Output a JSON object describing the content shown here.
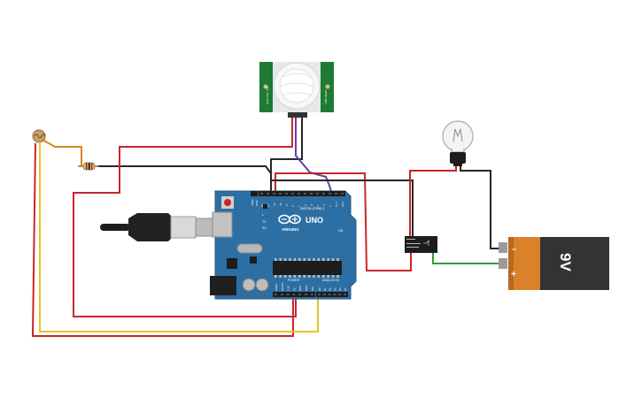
{
  "board": {
    "brand": "UNO",
    "maker": "ARDUINO",
    "digital_label": "DIGITAL (PWM~)",
    "power_label": "POWER",
    "analog_label": "ANALOG IN",
    "aref": "AREF",
    "gnd": "GND",
    "led_l": "L",
    "led_tx": "TX",
    "led_rx": "RX",
    "on_label": "ON",
    "digital_pins": [
      "13",
      "12",
      "~11",
      "~10",
      "~9",
      "8",
      "7",
      "~6",
      "~5",
      "4",
      "~3",
      "2",
      "TX 1",
      "RX 0"
    ],
    "power_pins": [
      "IOREF",
      "RESET",
      "3.3V",
      "5V",
      "GND",
      "GND",
      "VIN"
    ],
    "analog_pins": [
      "A0",
      "A1",
      "A2",
      "A3",
      "A4",
      "A5"
    ]
  },
  "battery": {
    "label": "9V",
    "plus": "+",
    "minus": "−"
  },
  "sensor": {
    "left_text": "GND OUT VCC",
    "right_text": "TIME SENS"
  },
  "colors": {
    "wire_red": "#c8262b",
    "wire_black": "#262626",
    "wire_yellow": "#e2c52c",
    "wire_orange": "#d9861a",
    "wire_green": "#2d9d3a",
    "wire_purple": "#6b3aa0",
    "board_blue": "#2e6fa3",
    "sensor_green": "#1e7a34",
    "battery_orange": "#d9822b",
    "battery_dark": "#333333"
  }
}
